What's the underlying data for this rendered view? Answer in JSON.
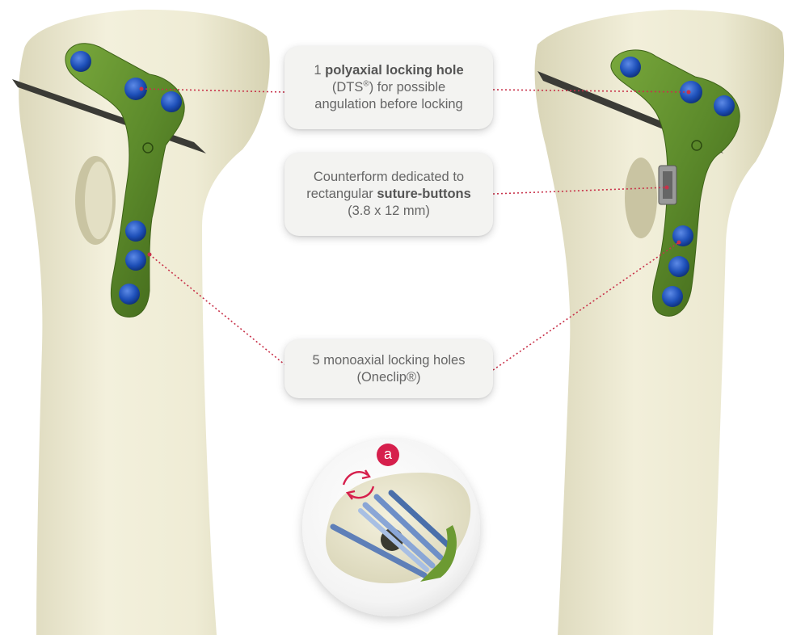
{
  "callouts": {
    "polyaxial": {
      "number": "1",
      "bold": "polyaxial locking hole",
      "line2_pre": "(DTS",
      "line2_sup": "®",
      "line2_post": ") for possible",
      "line3": "angulation before locking"
    },
    "counterform": {
      "line1": "Counterform dedicated to",
      "line2_pre": "rectangular",
      "line2_bold": "suture-buttons",
      "line3": "(3.8 x 12 mm)"
    },
    "monoaxial": {
      "line1": "5 monoaxial locking holes",
      "line2": "(Oneclip®)"
    }
  },
  "badge": {
    "label": "a"
  },
  "colors": {
    "bone": "#eeebd3",
    "bone_shadow": "#d7d3b4",
    "plate": "#5c8a2b",
    "plate_dark": "#3e6318",
    "screw": "#1d4fb8",
    "leader_line": "#c8324a",
    "badge": "#d61f4c",
    "callout_bg": "#f3f3f1",
    "callout_text": "#666666"
  },
  "icons": {
    "rotation": "rotate-arrows-icon"
  }
}
